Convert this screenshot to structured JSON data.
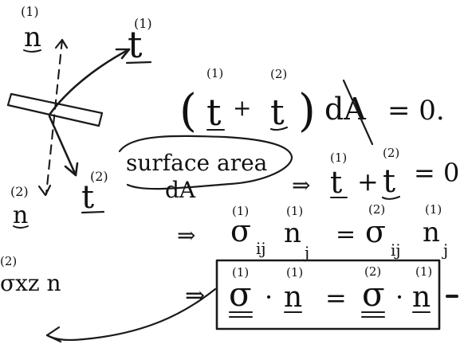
{
  "diagram": {
    "normal_top_label": "n",
    "normal_top_super": "(1)",
    "normal_bottom_label": "n",
    "normal_bottom_super": "(2)",
    "traction_top_label": "t",
    "traction_top_super": "(1)",
    "traction_bottom_label": "t",
    "traction_bottom_super": "(2)",
    "surface_note_line1": "surface area",
    "surface_note_line2": "dA"
  },
  "equations": {
    "eq1_left": "(",
    "eq1_t1": "t",
    "eq1_plus": "+",
    "eq1_t2": "t",
    "eq1_right": ")",
    "eq1_dA": "dA",
    "eq1_equals": "= 0.",
    "eq1_sup1": "(1)",
    "eq1_sup2": "(2)",
    "eq2_implies": "⇒",
    "eq2_t1": "t",
    "eq2_plus": "+",
    "eq2_t2": "t",
    "eq2_equals": "= 0",
    "eq2_sup1": "(1)",
    "eq2_sup2": "(2)",
    "eq3_implies": "⇒",
    "eq3_sigma1": "σ",
    "eq3_sub1": "ij",
    "eq3_n1": "n",
    "eq3_subj1": "j",
    "eq3_equals": "=",
    "eq3_sigma2": "σ",
    "eq3_sub2": "ij",
    "eq3_n2": "n",
    "eq3_subj2": "j",
    "eq3_sup_sigma1": "(1)",
    "eq3_sup_n1": "(1)",
    "eq3_sup_sigma2": "(2)",
    "eq3_sup_n2": "(1)",
    "eq4_implies": "⇒",
    "eq4_sigma1": "σ",
    "eq4_dot1": "·",
    "eq4_n1": "n",
    "eq4_equals": "=",
    "eq4_sigma2": "σ",
    "eq4_dot2": "·",
    "eq4_n2": "n",
    "eq4_sup_sigma1": "(1)",
    "eq4_sup_n1": "(1)",
    "eq4_sup_sigma2": "(2)",
    "eq4_sup_n2": "(1)",
    "side_note": "σxz n",
    "side_note_super": "(2)"
  }
}
